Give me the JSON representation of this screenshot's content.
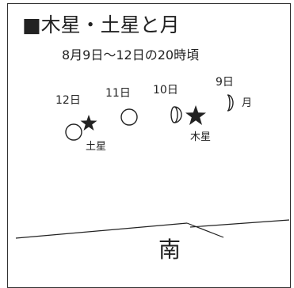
{
  "title": "■木星・土星と月",
  "subtitle": "8月9日〜12日の20時頃",
  "dates": {
    "d12": "12日",
    "d11": "11日",
    "d10": "10日",
    "d9": "9日"
  },
  "labels": {
    "saturn": "土星",
    "jupiter": "木星",
    "moon": "月",
    "direction": "南"
  },
  "colors": {
    "ink": "#222222",
    "frame": "#333333",
    "background": "#ffffff"
  }
}
